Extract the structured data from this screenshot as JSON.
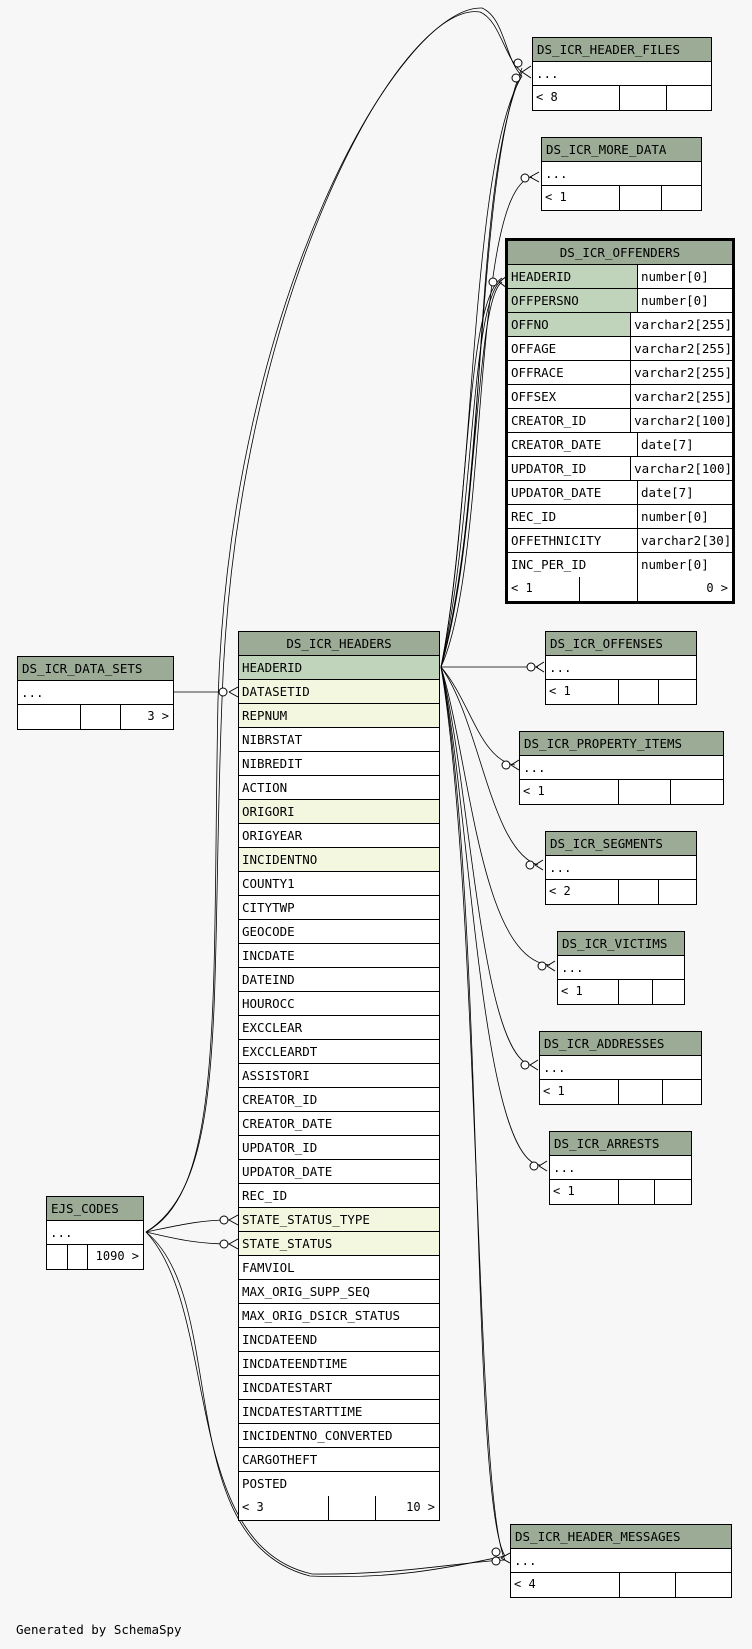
{
  "tables": {
    "header_files": {
      "name": "DS_ICR_HEADER_FILES",
      "ellipsis": "...",
      "parents": "< 8",
      "children": ""
    },
    "more_data": {
      "name": "DS_ICR_MORE_DATA",
      "ellipsis": "...",
      "parents": "< 1",
      "children": ""
    },
    "offenders": {
      "name": "DS_ICR_OFFENDERS",
      "columns": [
        {
          "name": "HEADERID",
          "type": "number[0]"
        },
        {
          "name": "OFFPERSNO",
          "type": "number[0]"
        },
        {
          "name": "OFFNO",
          "type": "varchar2[255]"
        },
        {
          "name": "OFFAGE",
          "type": "varchar2[255]"
        },
        {
          "name": "OFFRACE",
          "type": "varchar2[255]"
        },
        {
          "name": "OFFSEX",
          "type": "varchar2[255]"
        },
        {
          "name": "CREATOR_ID",
          "type": "varchar2[100]"
        },
        {
          "name": "CREATOR_DATE",
          "type": "date[7]"
        },
        {
          "name": "UPDATOR_ID",
          "type": "varchar2[100]"
        },
        {
          "name": "UPDATOR_DATE",
          "type": "date[7]"
        },
        {
          "name": "REC_ID",
          "type": "number[0]"
        },
        {
          "name": "OFFETHNICITY",
          "type": "varchar2[30]"
        },
        {
          "name": "INC_PER_ID",
          "type": "number[0]"
        }
      ],
      "parents": "< 1",
      "children": "0 >"
    },
    "data_sets": {
      "name": "DS_ICR_DATA_SETS",
      "ellipsis": "...",
      "parents": "",
      "children": "3 >"
    },
    "headers": {
      "name": "DS_ICR_HEADERS",
      "columns": [
        "HEADERID",
        "DATASETID",
        "REPNUM",
        "NIBRSTAT",
        "NIBREDIT",
        "ACTION",
        "ORIGORI",
        "ORIGYEAR",
        "INCIDENTNO",
        "COUNTY1",
        "CITYTWP",
        "GEOCODE",
        "INCDATE",
        "DATEIND",
        "HOUROCC",
        "EXCCLEAR",
        "EXCCLEARDT",
        "ASSISTORI",
        "CREATOR_ID",
        "CREATOR_DATE",
        "UPDATOR_ID",
        "UPDATOR_DATE",
        "REC_ID",
        "STATE_STATUS_TYPE",
        "STATE_STATUS",
        "FAMVIOL",
        "MAX_ORIG_SUPP_SEQ",
        "MAX_ORIG_DSICR_STATUS",
        "INCDATEEND",
        "INCDATEENDTIME",
        "INCDATESTART",
        "INCDATESTARTTIME",
        "INCIDENTNO_CONVERTED",
        "CARGOTHEFT",
        "POSTED"
      ],
      "parents": "< 3",
      "children": "10 >"
    },
    "offenses": {
      "name": "DS_ICR_OFFENSES",
      "ellipsis": "...",
      "parents": "< 1",
      "children": ""
    },
    "property_items": {
      "name": "DS_ICR_PROPERTY_ITEMS",
      "ellipsis": "...",
      "parents": "< 1",
      "children": ""
    },
    "segments": {
      "name": "DS_ICR_SEGMENTS",
      "ellipsis": "...",
      "parents": "< 2",
      "children": ""
    },
    "victims": {
      "name": "DS_ICR_VICTIMS",
      "ellipsis": "...",
      "parents": "< 1",
      "children": ""
    },
    "addresses": {
      "name": "DS_ICR_ADDRESSES",
      "ellipsis": "...",
      "parents": "< 1",
      "children": ""
    },
    "arrests": {
      "name": "DS_ICR_ARRESTS",
      "ellipsis": "...",
      "parents": "< 1",
      "children": ""
    },
    "ejs_codes": {
      "name": "EJS_CODES",
      "ellipsis": "...",
      "parents": "",
      "children": "1090 >"
    },
    "header_messages": {
      "name": "DS_ICR_HEADER_MESSAGES",
      "ellipsis": "...",
      "parents": "< 4",
      "children": ""
    }
  },
  "footer": "Generated by SchemaSpy",
  "colors": {
    "title_bg": "#9bab96",
    "primary_key_bg": "#bfd4bb",
    "foreign_key_bg": "#f4f7df",
    "background": "#f7f7f7"
  }
}
